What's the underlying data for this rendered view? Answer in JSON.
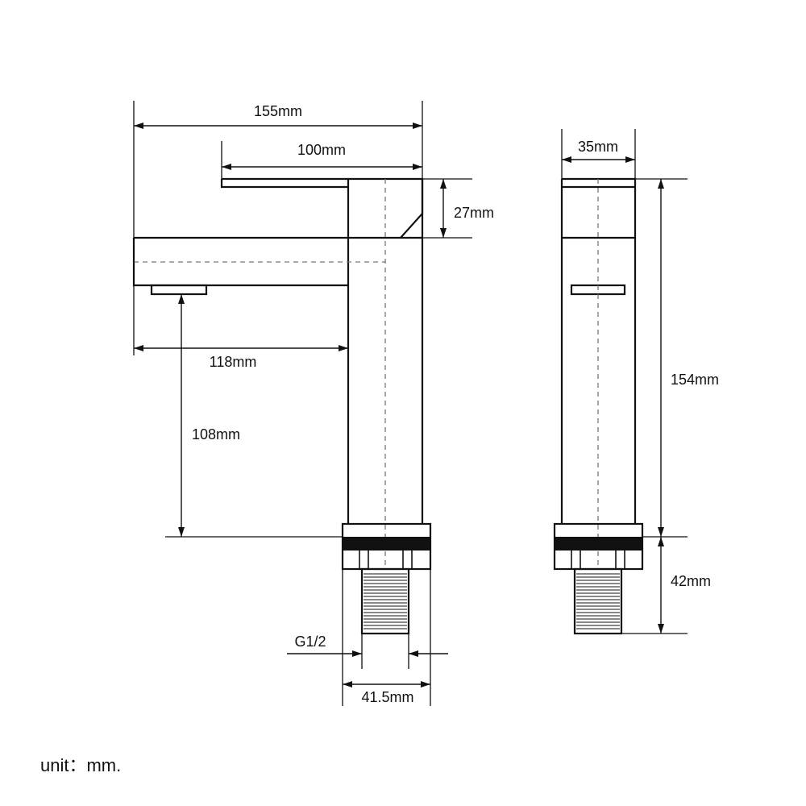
{
  "dimensions": {
    "overall_length": "155mm",
    "handle_length": "100mm",
    "handle_height": "27mm",
    "spout_reach": "118mm",
    "spout_height": "108mm",
    "side_width": "35mm",
    "body_height": "154mm",
    "thread_length": "42mm",
    "base_diameter": "41.5mm",
    "thread_spec": "G1/2"
  },
  "unit_note": "unit：mm."
}
